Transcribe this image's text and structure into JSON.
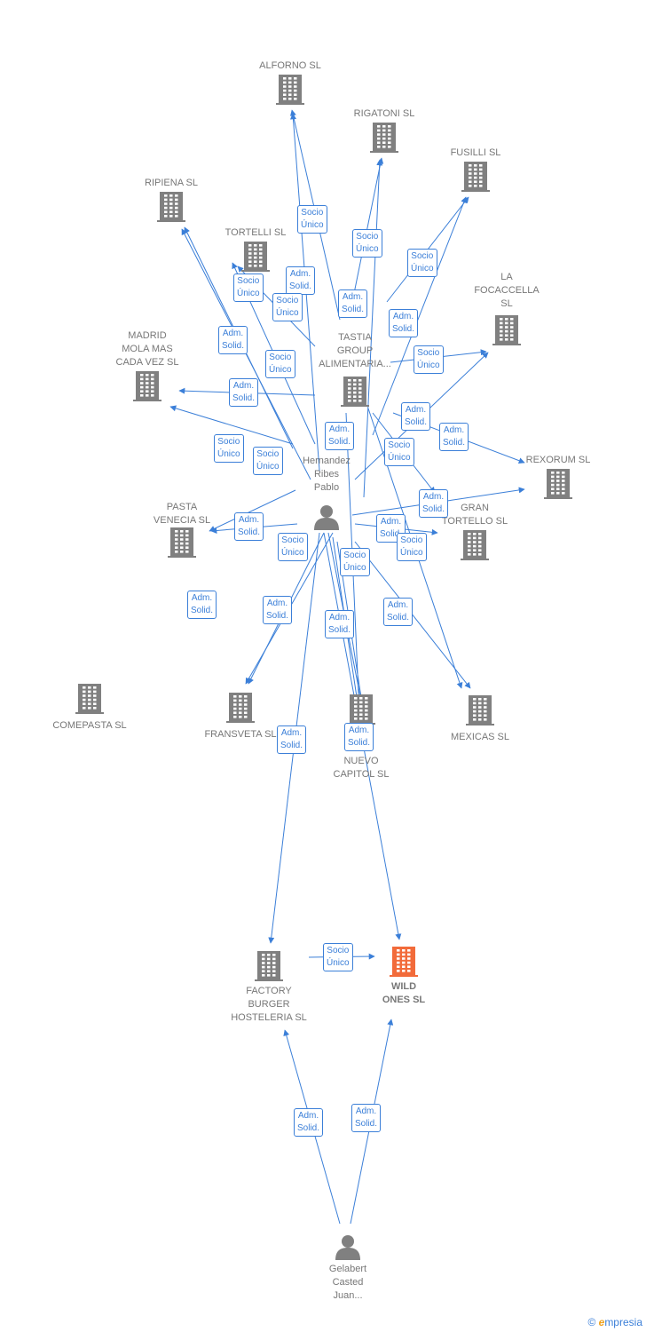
{
  "colors": {
    "edge": "#3b7fd8",
    "company": "#808080",
    "highlight": "#f26b3a",
    "person": "#808080"
  },
  "nodes": [
    {
      "id": "alforno",
      "kind": "company",
      "label": "ALFORNO SL"
    },
    {
      "id": "rigatoni",
      "kind": "company",
      "label": "RIGATONI SL"
    },
    {
      "id": "fusilli",
      "kind": "company",
      "label": "FUSILLI SL"
    },
    {
      "id": "ripiena",
      "kind": "company",
      "label": "RIPIENA SL"
    },
    {
      "id": "tortelli",
      "kind": "company",
      "label": "TORTELLI SL"
    },
    {
      "id": "focaccella",
      "kind": "company",
      "label": "LA\nFOCACCELLA\nSL"
    },
    {
      "id": "madrid",
      "kind": "company",
      "label": "MADRID\nMOLA MAS\nCADA VEZ SL"
    },
    {
      "id": "tastia",
      "kind": "company",
      "label": "TASTIA\nGROUP\nALIMENTARIA..."
    },
    {
      "id": "rexorum",
      "kind": "company",
      "label": "REXORUM SL"
    },
    {
      "id": "hernandez",
      "kind": "person",
      "label": "Hernandez\nRibes\nPablo"
    },
    {
      "id": "pasta",
      "kind": "company",
      "label": "PASTA\nVENECIA SL"
    },
    {
      "id": "gran",
      "kind": "company",
      "label": "GRAN\nTORTELLO SL"
    },
    {
      "id": "comepasta",
      "kind": "company",
      "label": "COMEPASTA SL"
    },
    {
      "id": "fransveta",
      "kind": "company",
      "label": "FRANSVETA SL"
    },
    {
      "id": "nuevo",
      "kind": "company",
      "label": "NUEVO\nCAPITOL  SL"
    },
    {
      "id": "mexicas",
      "kind": "company",
      "label": "MEXICAS SL"
    },
    {
      "id": "factory",
      "kind": "company",
      "label": "FACTORY\nBURGER\nHOSTELERIA SL"
    },
    {
      "id": "wild",
      "kind": "company",
      "label": "WILD\nONES  SL",
      "highlight": true
    },
    {
      "id": "gelabert",
      "kind": "person",
      "label": "Gelabert\nCasted\nJuan..."
    }
  ],
  "relations": [
    {
      "label": "Socio\nÚnico"
    },
    {
      "label": "Socio\nÚnico"
    },
    {
      "label": "Socio\nÚnico"
    },
    {
      "label": "Adm.\nSolid."
    },
    {
      "label": "Socio\nÚnico"
    },
    {
      "label": "Socio\nÚnico"
    },
    {
      "label": "Adm.\nSolid."
    },
    {
      "label": "Adm.\nSolid."
    },
    {
      "label": "Adm.\nSolid."
    },
    {
      "label": "Socio\nÚnico"
    },
    {
      "label": "Adm.\nSolid."
    },
    {
      "label": "Socio\nÚnico"
    },
    {
      "label": "Adm.\nSolid."
    },
    {
      "label": "Adm.\nSolid."
    },
    {
      "label": "Socio\nÚnico"
    },
    {
      "label": "Socio\nÚnico"
    },
    {
      "label": "Adm.\nSolid."
    },
    {
      "label": "Socio\nÚnico"
    },
    {
      "label": "Adm.\nSolid."
    },
    {
      "label": "Adm.\nSolid."
    },
    {
      "label": "Adm.\nSolid."
    },
    {
      "label": "Socio\nÚnico"
    },
    {
      "label": "Socio\nÚnico"
    },
    {
      "label": "Socio\nÚnico"
    },
    {
      "label": "Adm.\nSolid."
    },
    {
      "label": "Adm.\nSolid."
    },
    {
      "label": "Adm.\nSolid."
    },
    {
      "label": "Adm.\nSolid."
    },
    {
      "label": "Adm.\nSolid."
    },
    {
      "label": "Adm.\nSolid."
    },
    {
      "label": "Socio\nÚnico"
    },
    {
      "label": "Adm.\nSolid."
    },
    {
      "label": "Adm.\nSolid."
    }
  ],
  "footer": {
    "copyright": "©",
    "brand_e": "e",
    "brand_rest": "mpresia"
  }
}
